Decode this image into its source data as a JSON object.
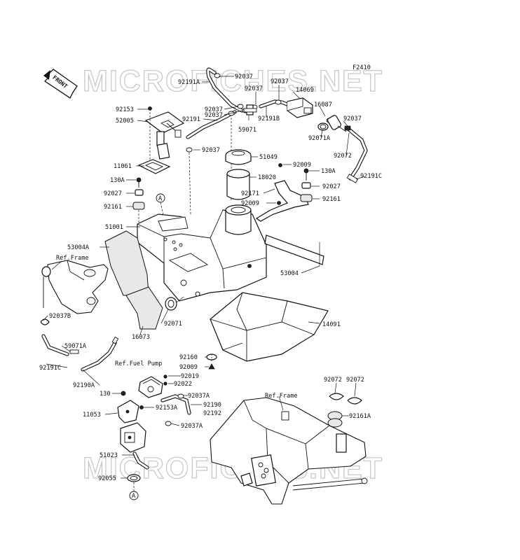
{
  "watermark": "MICROFICHES.NET",
  "figure_code": "F2410",
  "front_label": "FRONT",
  "circle_ref": "A",
  "labels": {
    "p92191A": "92191A",
    "p92037_top": "92037",
    "p92037_b": "92037",
    "p92037_c": "92037",
    "p14069": "14069",
    "p92153": "92153",
    "p92037_d": "92037",
    "p92037_e": "92037",
    "p16087": "16087",
    "p52005": "52005",
    "p92191": "92191",
    "p59071": "59071",
    "p92191B": "92191B",
    "p92037_f": "92037",
    "p92071A": "92071A",
    "p92037_g": "92037",
    "p51049": "51049",
    "p92072": "92072",
    "p11061": "11061",
    "p18020": "18020",
    "p92009_a": "92009",
    "p130A_l": "130A",
    "p130A_r": "130A",
    "p92191C": "92191C",
    "p92027_l": "92027",
    "p92171": "92171",
    "p92027_r": "92027",
    "p92161_l": "92161",
    "p92009_b": "92009",
    "p92161_r": "92161",
    "p51001": "51001",
    "p53004A": "53004A",
    "refFrame_l": "Ref.Frame",
    "p53004": "53004",
    "p92037B": "92037B",
    "p92071": "92071",
    "p16073": "16073",
    "p14091": "14091",
    "p59071A": "59071A",
    "p92160": "92160",
    "p92191C_b": "92191C",
    "p92009_c": "92009",
    "refFuelPump": "Ref.Fuel Pump",
    "p92019": "92019",
    "p92022": "92022",
    "p92190A": "92190A",
    "p92072_a": "92072",
    "p92072_b": "92072",
    "p130": "130",
    "p92037A_a": "92037A",
    "p92190": "92190",
    "p92192": "92192",
    "p92153A": "92153A",
    "refFrame_r": "Ref.Frame",
    "p11053": "11053",
    "p92161A": "92161A",
    "p92037A_b": "92037A",
    "p51023": "51023",
    "p92055": "92055"
  }
}
